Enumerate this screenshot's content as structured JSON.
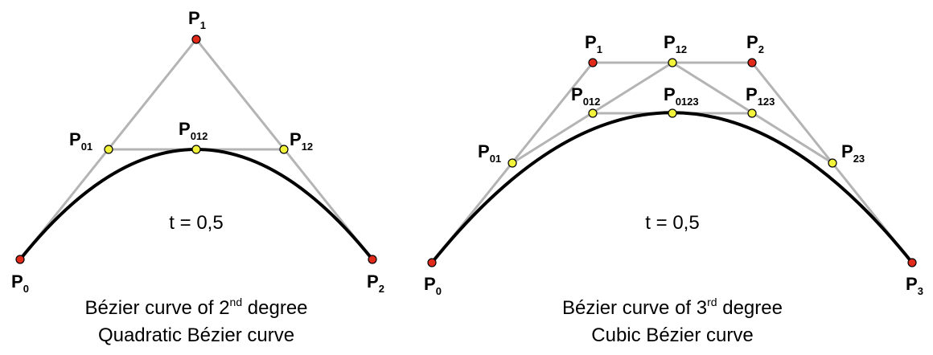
{
  "colors": {
    "control_line": "#b4b4b4",
    "curve": "#000000",
    "control_point": "#e02a1a",
    "construction_point": "#f2f23a",
    "background": "#ffffff"
  },
  "quadratic": {
    "t_label": "t = 0,5",
    "caption_line1_prefix": "Bézier curve of 2",
    "caption_line1_sup": "nd",
    "caption_line1_suffix": " degree",
    "caption_line2": "Quadratic Bézier curve",
    "points": {
      "P0": {
        "letter": "P",
        "sub": "0",
        "kind": "control"
      },
      "P1": {
        "letter": "P",
        "sub": "1",
        "kind": "control"
      },
      "P2": {
        "letter": "P",
        "sub": "2",
        "kind": "control"
      },
      "P01": {
        "letter": "P",
        "sub": "01",
        "kind": "construction"
      },
      "P12": {
        "letter": "P",
        "sub": "12",
        "kind": "construction"
      },
      "P012": {
        "letter": "P",
        "sub": "012",
        "kind": "construction"
      }
    }
  },
  "cubic": {
    "t_label": "t = 0,5",
    "caption_line1_prefix": "Bézier curve of 3",
    "caption_line1_sup": "rd",
    "caption_line1_suffix": " degree",
    "caption_line2": "Cubic Bézier curve",
    "points": {
      "P0": {
        "letter": "P",
        "sub": "0",
        "kind": "control"
      },
      "P1": {
        "letter": "P",
        "sub": "1",
        "kind": "control"
      },
      "P2": {
        "letter": "P",
        "sub": "2",
        "kind": "control"
      },
      "P3": {
        "letter": "P",
        "sub": "3",
        "kind": "control"
      },
      "P12": {
        "letter": "P",
        "sub": "12",
        "kind": "construction"
      },
      "P01": {
        "letter": "P",
        "sub": "01",
        "kind": "construction"
      },
      "P23": {
        "letter": "P",
        "sub": "23",
        "kind": "construction"
      },
      "P012": {
        "letter": "P",
        "sub": "012",
        "kind": "construction"
      },
      "P123": {
        "letter": "P",
        "sub": "123",
        "kind": "construction"
      },
      "P0123": {
        "letter": "P",
        "sub": "0123",
        "kind": "construction"
      }
    }
  }
}
